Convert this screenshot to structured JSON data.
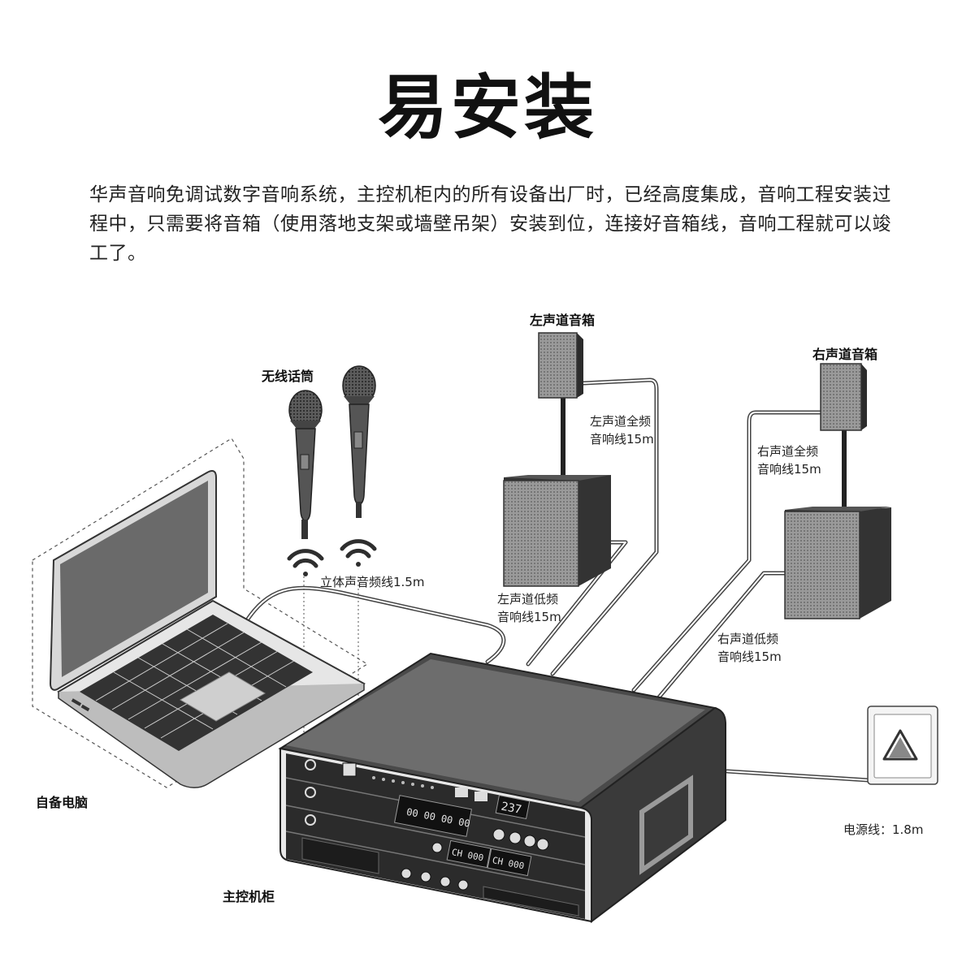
{
  "title": "易安装",
  "intro": "华声音响免调试数字音响系统，主控机柜内的所有设备出厂时，已经高度集成，音响工程安装过程中，只需要将音箱（使用落地支架或墙壁吊架）安装到位，连接好音箱线，音响工程就可以竣工了。",
  "labels": {
    "wireless_mic": "无线话筒",
    "left_speaker": "左声道音箱",
    "right_speaker": "右声道音箱",
    "left_full_cable": [
      "左声道全频",
      "音响线15m"
    ],
    "right_full_cable": [
      "右声道全频",
      "音响线15m"
    ],
    "left_sub_cable": [
      "左声道低频",
      "音响线15m"
    ],
    "right_sub_cable": [
      "右声道低频",
      "音响线15m"
    ],
    "stereo_cable": "立体声音频线1.5m",
    "own_computer": "自备电脑",
    "main_cabinet": "主控机柜",
    "power_cable": "电源线：1.8m"
  },
  "device_displays": {
    "counter": "237",
    "timer": "00 00 00 00",
    "channel_left": "CH 000",
    "channel_right": "CH 000"
  }
}
